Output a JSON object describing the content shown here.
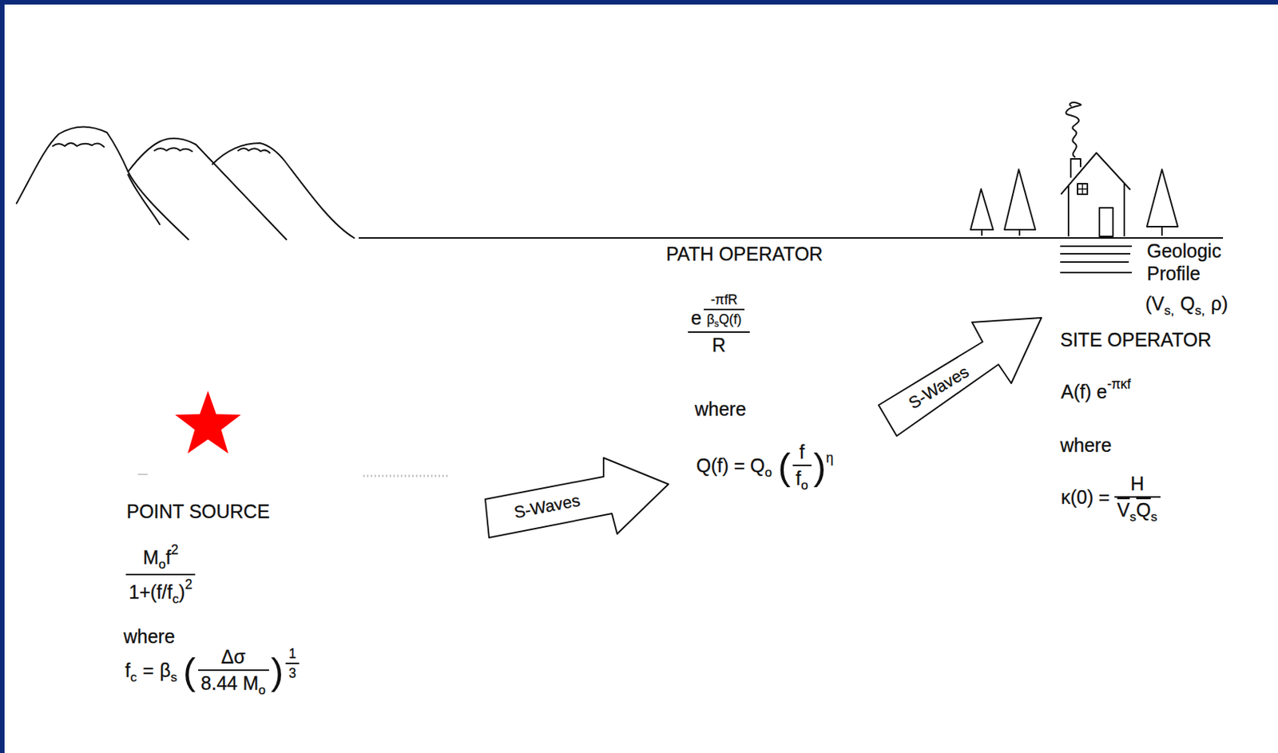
{
  "diagram": {
    "nodes": [
      {
        "text": [
          "S-Waves"
        ]
      },
      {
        "text": [
          "S-Waves"
        ]
      }
    ],
    "labels": [
      "POINT SOURCE",
      "M",
      "o",
      "f",
      "2",
      "1+(f/f",
      "c",
      ")",
      "2",
      "where",
      "f",
      "c",
      "=",
      "β",
      "s",
      "(",
      "Δσ",
      "8.44 M",
      "o",
      ")",
      "1",
      "3",
      "PATH OPERATOR",
      "e",
      "-πfR",
      "β",
      "s",
      "Q(f)",
      "R",
      "where",
      "Q(f) = Q",
      "o",
      "(",
      "f",
      "f",
      "o",
      ")",
      "η",
      "Geologic Profile",
      "(V",
      "s,",
      "Q",
      "s,",
      "ρ)",
      "SITE OPERATOR",
      "A(f) e",
      "-πκf",
      "where",
      "κ(0) =",
      "H",
      "V",
      "s",
      "Q",
      "s"
    ]
  }
}
